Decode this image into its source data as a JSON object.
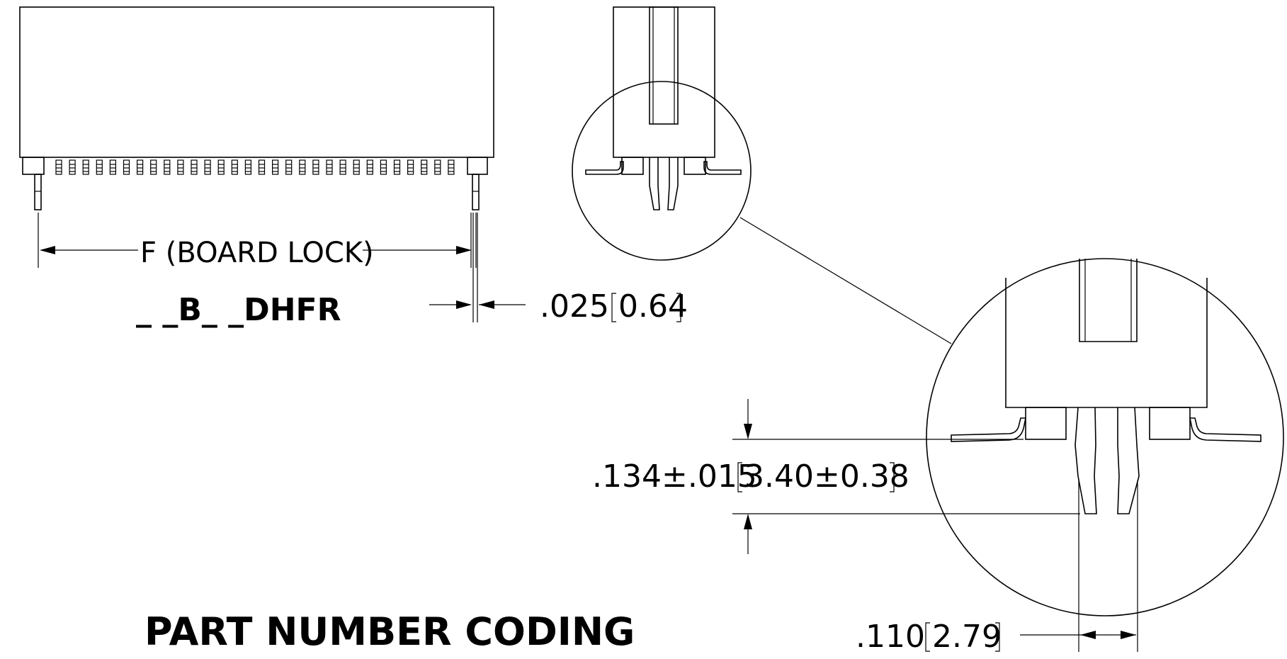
{
  "views": {
    "front_view": {
      "board_lock_dim": "F (BOARD LOCK)",
      "part_code": "_ _B_ _DHFR",
      "offset_dim": ".025",
      "offset_dim_metric": "0.64"
    },
    "detail_view": {
      "height_dim": ".134±.015",
      "height_dim_metric": "3.40±0.38",
      "width_dim": ".110",
      "width_dim_metric": "2.79"
    },
    "heading": "PART NUMBER CODING"
  }
}
